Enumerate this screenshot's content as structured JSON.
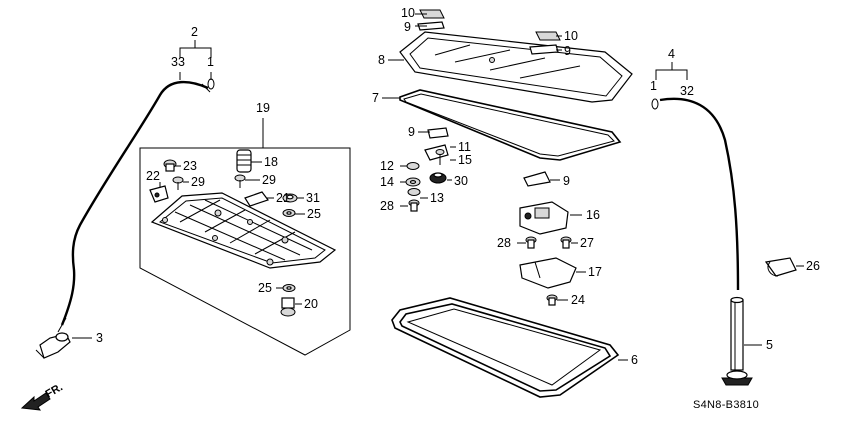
{
  "callouts": {
    "c1": "1",
    "c2": "2",
    "c3": "3",
    "c4": "4",
    "c5": "5",
    "c6": "6",
    "c7": "7",
    "c8": "8",
    "c9a": "9",
    "c9b": "9",
    "c9c": "9",
    "c9d": "9",
    "c10a": "10",
    "c10b": "10",
    "c11": "11",
    "c12": "12",
    "c13": "13",
    "c14": "14",
    "c15": "15",
    "c16": "16",
    "c17": "17",
    "c18": "18",
    "c19": "19",
    "c20": "20",
    "c21": "21",
    "c22": "22",
    "c23": "23",
    "c24": "24",
    "c25a": "25",
    "c25b": "25",
    "c26": "26",
    "c27": "27",
    "c28a": "28",
    "c28b": "28",
    "c29a": "29",
    "c29b": "29",
    "c30": "30",
    "c31": "31",
    "c32": "32",
    "c33": "33",
    "c1b": "1"
  },
  "direction_label": "FR.",
  "diagram_code": "S4N8-B3810",
  "icons": {
    "front-arrow": "front-direction-arrow-icon"
  }
}
